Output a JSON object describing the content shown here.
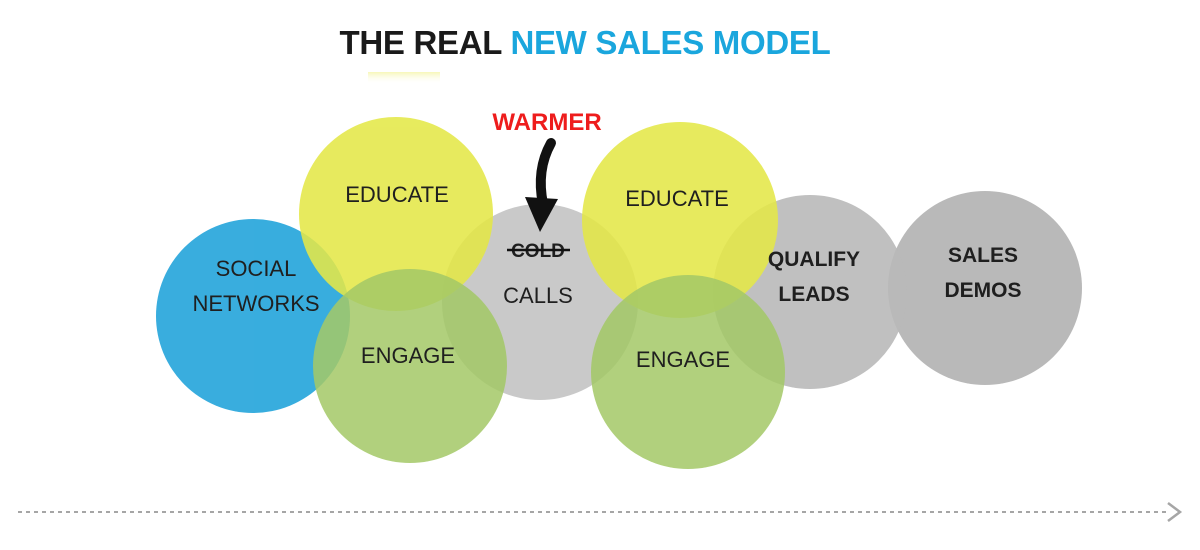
{
  "title": {
    "lead": "THE REAL",
    "accent": "NEW SALES MODEL"
  },
  "colors": {
    "title_accent": "#1aa6dd",
    "social": "#2aa7dc",
    "educate": "#e2e63a",
    "engage": "#9dc55c",
    "calls": "#bdbdbd",
    "qualify": "#b4b4b4",
    "sales": "#b4b4b4",
    "warmer": "#ee1c1c"
  },
  "annotation": {
    "warmer": "WARMER",
    "struck_word": "COLD"
  },
  "circles": {
    "social_networks": {
      "line1": "SOCIAL",
      "line2": "NETWORKS"
    },
    "educate_left": {
      "label": "EDUCATE"
    },
    "engage_left": {
      "label": "ENGAGE"
    },
    "calls": {
      "label": "CALLS"
    },
    "educate_right": {
      "label": "EDUCATE"
    },
    "engage_right": {
      "label": "ENGAGE"
    },
    "qualify_leads": {
      "line1": "QUALIFY",
      "line2": "LEADS"
    },
    "sales_demos": {
      "line1": "SALES",
      "line2": "DEMOS"
    }
  },
  "icons": {
    "down_arrow": "down-arrow-icon",
    "timeline_arrow": "chevron-right-icon"
  }
}
